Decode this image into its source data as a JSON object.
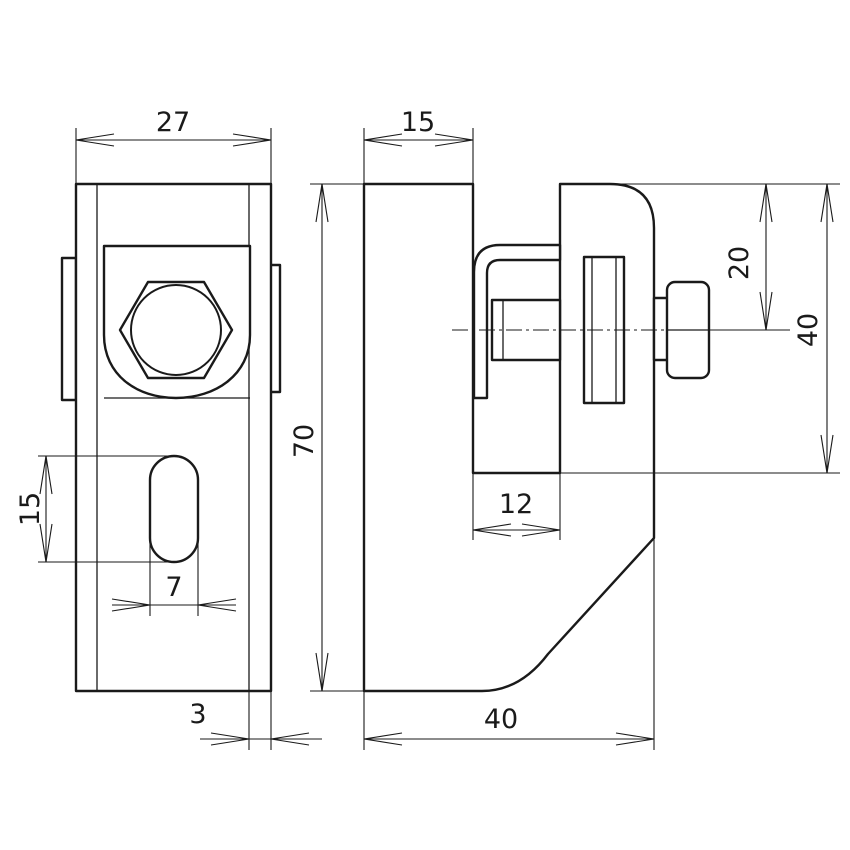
{
  "dimensions": {
    "width_27": "27",
    "width_15": "15",
    "height_70": "70",
    "height_20": "20",
    "height_40": "40",
    "slot_15": "15",
    "slot_7": "7",
    "gap_12": "12",
    "thickness_3": "3",
    "depth_40": "40"
  },
  "colors": {
    "line": "#1a1a1a",
    "background": "#ffffff"
  }
}
